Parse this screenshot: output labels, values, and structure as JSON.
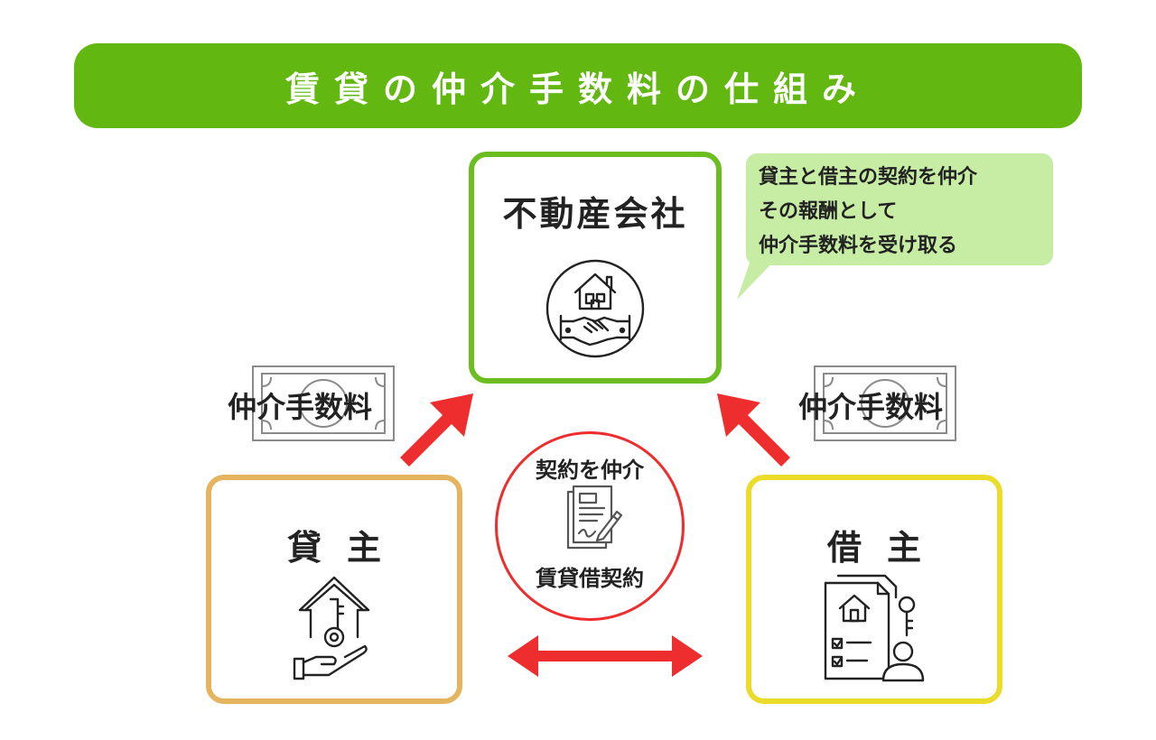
{
  "title": "賃貸の仲介手数料の仕組み",
  "company": {
    "label": "不動産会社"
  },
  "callout": {
    "lines": [
      "貸主と借主の契約を仲介",
      "その報酬として",
      "仲介手数料を受け取る"
    ]
  },
  "landlord": {
    "label": "貸主"
  },
  "tenant": {
    "label": "借主"
  },
  "contract": {
    "top_label": "契約を仲介",
    "bottom_label": "賃貸借契約"
  },
  "fees": {
    "left_label": "仲介手数料",
    "right_label": "仲介手数料"
  },
  "colors": {
    "title_bg": "#62b710",
    "company_border": "#6cbd1f",
    "landlord_border": "#e4b45f",
    "tenant_border": "#ebdb2a",
    "callout_bg": "#c7eca4",
    "arrow": "#ee2e2e"
  },
  "icons": {
    "company": "house-handshake-icon",
    "landlord": "house-key-hand-icon",
    "tenant": "lease-document-person-icon",
    "contract": "document-pen-icon",
    "fee": "banknote-icon"
  }
}
